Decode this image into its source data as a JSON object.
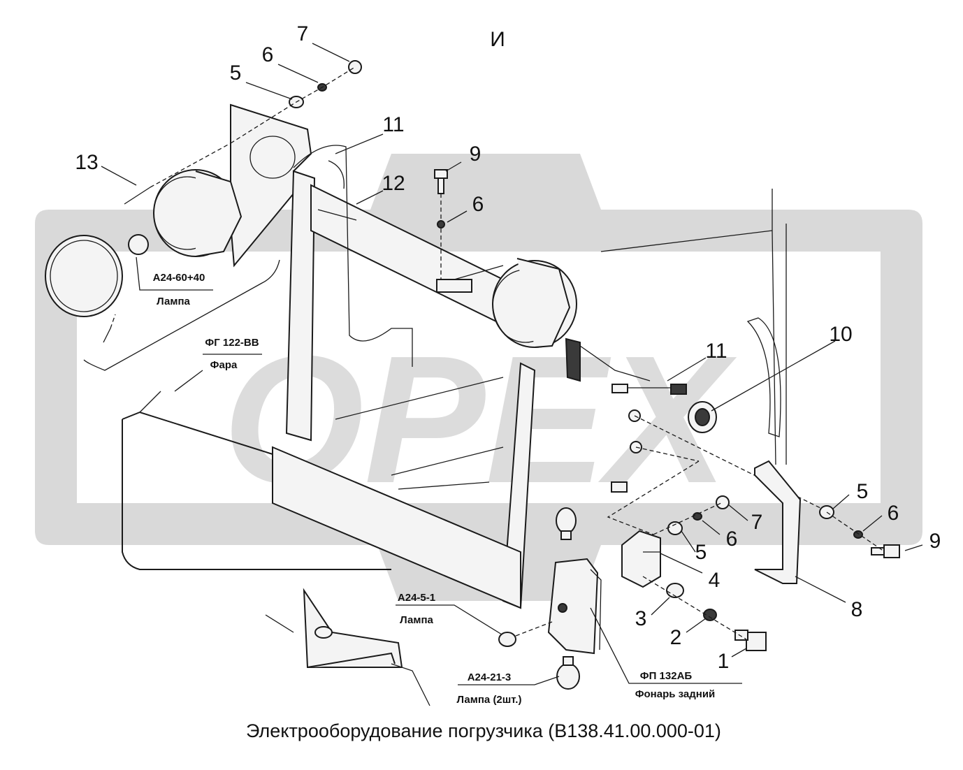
{
  "view_letter": "И",
  "caption": "Электрооборудование погрузчика (В138.41.00.000-01)",
  "watermark": "OPEX",
  "callouts": {
    "c7_top": "7",
    "c6_top": "6",
    "c5_top": "5",
    "c11_top": "11",
    "c13": "13",
    "c12": "12",
    "c9_top": "9",
    "c6_mid": "6",
    "c11_right": "11",
    "c10": "10",
    "c5_r": "5",
    "c6_r": "6",
    "c9_r": "9",
    "c7_b": "7",
    "c6_b": "6",
    "c5_b": "5",
    "c4": "4",
    "c8": "8",
    "c3": "3",
    "c2": "2",
    "c1": "1"
  },
  "references": {
    "lamp_headlight": {
      "code": "А24-60+40",
      "name": "Лампа"
    },
    "headlight": {
      "code": "ФГ 122-ВВ",
      "name": "Фара"
    },
    "lamp_small": {
      "code": "А24-5-1",
      "name": "Лампа"
    },
    "lamp_tail": {
      "code": "А24-21-3",
      "name": "Лампа (2шт.)"
    },
    "tail_light": {
      "code": "ФП 132АБ",
      "name": "Фонарь задний"
    }
  }
}
